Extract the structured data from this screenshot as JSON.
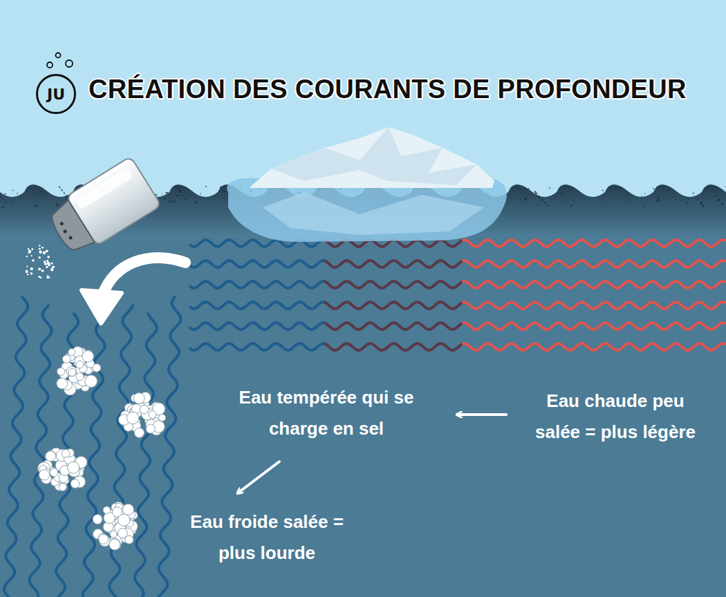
{
  "diagram": {
    "title": "CRÉATION DES COURANTS DE PROFONDEUR",
    "nodes": [
      {
        "text": [
          "JU"
        ]
      }
    ],
    "labels": [
      "Eau tempérée qui se charge en sel",
      "Eau chaude peu salée = plus légère",
      "Eau froide salée = plus lourde"
    ]
  }
}
